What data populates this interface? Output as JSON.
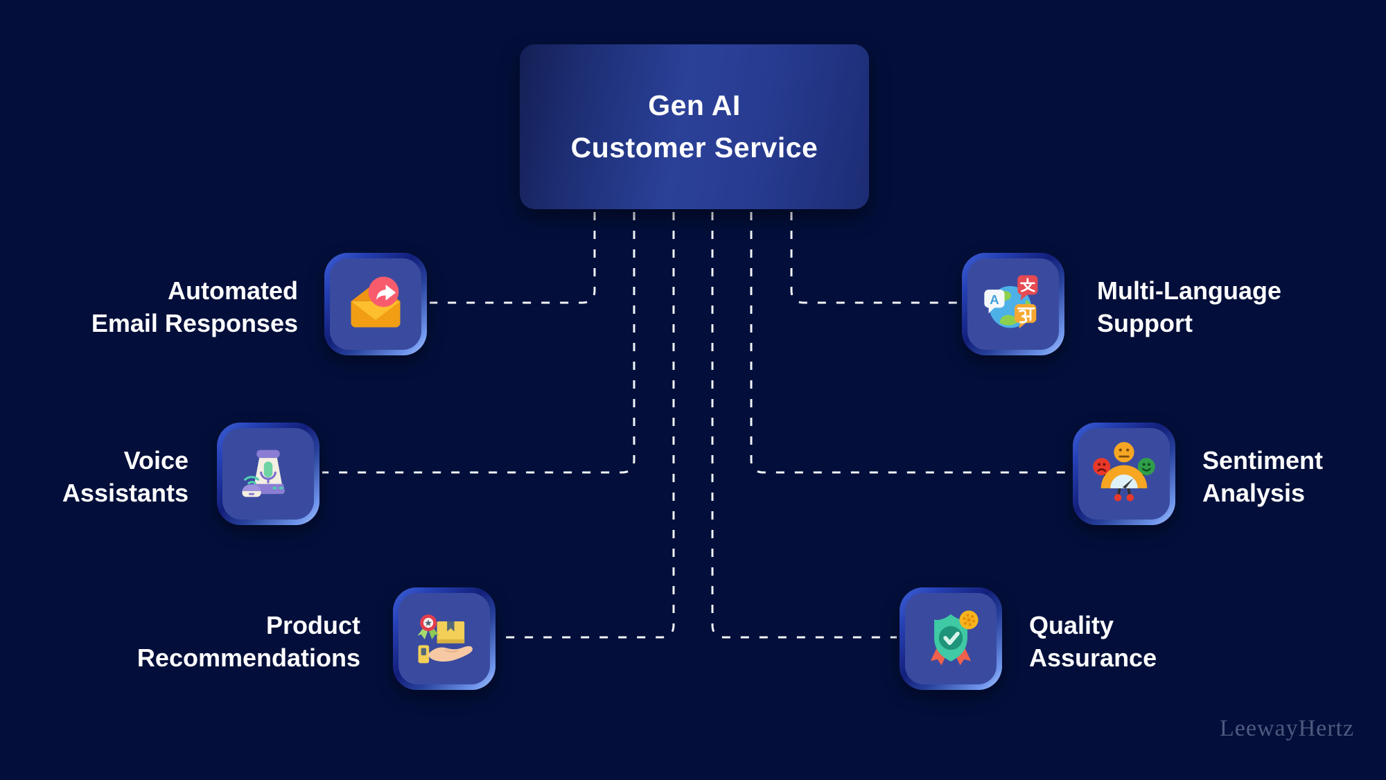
{
  "title": {
    "line1": "Gen AI",
    "line2": "Customer Service"
  },
  "branches": [
    {
      "icon": "email-forward-icon",
      "label_line1": "Automated",
      "label_line2": "Email Responses"
    },
    {
      "icon": "voice-assistant-icon",
      "label_line1": "Voice",
      "label_line2": "Assistants"
    },
    {
      "icon": "product-recommendation-icon",
      "label_line1": "Product",
      "label_line2": "Recommendations"
    },
    {
      "icon": "multi-language-globe-icon",
      "label_line1": "Multi-Language",
      "label_line2": "Support"
    },
    {
      "icon": "sentiment-gauge-icon",
      "label_line1": "Sentiment",
      "label_line2": "Analysis"
    },
    {
      "icon": "quality-shield-icon",
      "label_line1": "Quality",
      "label_line2": "Assurance"
    }
  ],
  "watermark": {
    "text": "LeewayHertz"
  },
  "colors": {
    "background": "#030f3a",
    "center_node_mid": "#2b4198",
    "center_node_edge": "#141f55",
    "tile_inner": "#3a4b9f",
    "tile_border_light": "#aac6f9",
    "tile_border_dark": "#131f7a",
    "connector": "#f2f4f8",
    "label_text": "#ffffff",
    "watermark_text": "#4e5a7e"
  }
}
